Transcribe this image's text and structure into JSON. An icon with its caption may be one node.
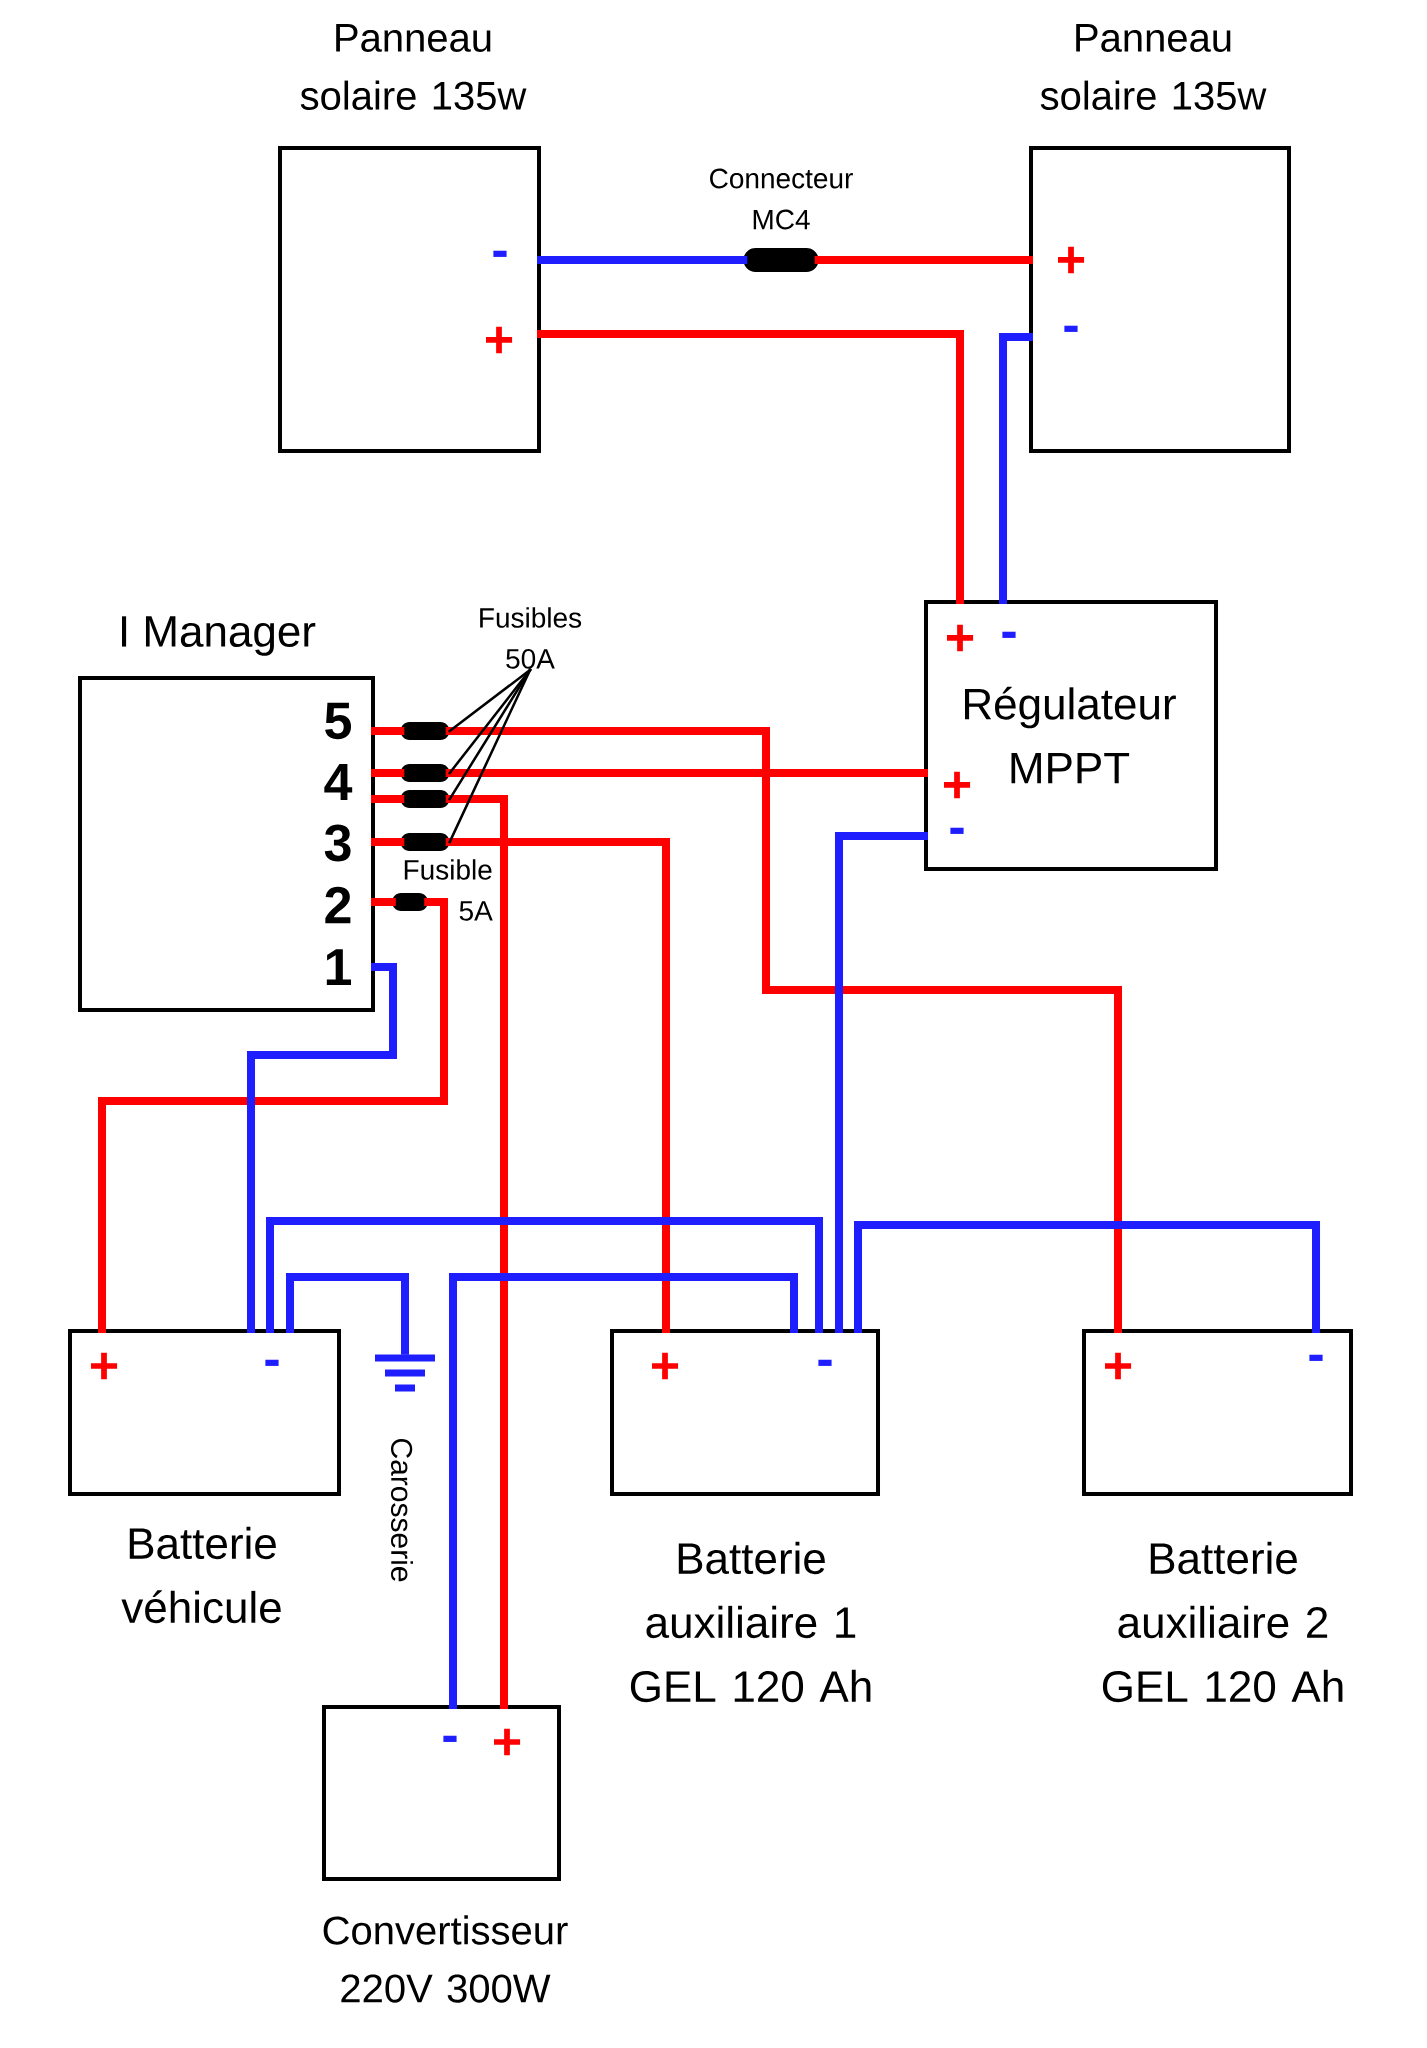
{
  "diagram": {
    "nodes": [
      {
        "text": [
          "Panneau solaire 135w",
          "-",
          "+"
        ]
      },
      {
        "text": [
          "Panneau solaire 135w",
          "+",
          "-"
        ]
      },
      {
        "text": [
          "Connecteur MC4"
        ]
      },
      {
        "text": [
          "I Manager",
          "5",
          "4",
          "3",
          "2",
          "1"
        ]
      },
      {
        "text": [
          "+",
          "-",
          "Régulateur MPPT",
          "+",
          "-"
        ]
      },
      {
        "text": [
          "Fusibles 50A"
        ]
      },
      {
        "text": [],
        "shape": "bar"
      },
      {
        "text": [],
        "shape": "bar"
      },
      {
        "text": [],
        "shape": "bar"
      },
      {
        "text": [],
        "shape": "bar"
      },
      {
        "text": [
          "Fusible 5A"
        ]
      },
      {
        "text": [
          "Carosserie"
        ]
      },
      {
        "text": [
          "+",
          "-",
          "Batterie véhicule"
        ]
      },
      {
        "text": [
          "+",
          "-",
          "Batterie auxiliaire 1 GEL 120 Ah"
        ]
      },
      {
        "text": [
          "+",
          "-",
          "Batterie auxiliaire 2 GEL 120 Ah"
        ]
      },
      {
        "text": [
          "-",
          "+",
          "Convertisseur 220V 300W"
        ]
      }
    ],
    "edges": [
      {
        "from": 0,
        "to": 2,
        "arrow": "none",
        "color": "#1e1eff"
      },
      {
        "from": 2,
        "to": 1,
        "arrow": "none"
      },
      {
        "from": 0,
        "to": 4,
        "arrow": "none"
      },
      {
        "from": 1,
        "to": 4,
        "arrow": "none",
        "color": "#1e1eff"
      },
      {
        "from": 3,
        "to": 6,
        "arrow": "none"
      },
      {
        "from": 6,
        "to": 14,
        "arrow": "none"
      },
      {
        "from": 3,
        "to": 7,
        "arrow": "none"
      },
      {
        "from": 7,
        "to": 4,
        "arrow": "none"
      },
      {
        "from": 3,
        "to": 8,
        "arrow": "none"
      },
      {
        "from": 8,
        "to": 15,
        "arrow": "none"
      },
      {
        "from": 3,
        "to": 9,
        "arrow": "none"
      },
      {
        "from": 9,
        "to": 13,
        "arrow": "none"
      },
      {
        "from": 3,
        "to": 10,
        "arrow": "none"
      },
      {
        "from": 10,
        "to": 12,
        "arrow": "none"
      },
      {
        "from": 3,
        "to": 12,
        "arrow": "none",
        "color": "#1e1eff"
      },
      {
        "from": 4,
        "to": 13,
        "arrow": "none",
        "color": "#1e1eff"
      },
      {
        "from": 12,
        "to": 13,
        "arrow": "none",
        "color": "#1e1eff"
      },
      {
        "from": 12,
        "to": 11,
        "arrow": "none",
        "color": "#1e1eff"
      },
      {
        "from": 15,
        "to": 13,
        "arrow": "none",
        "color": "#1e1eff"
      },
      {
        "from": 13,
        "to": 14,
        "arrow": "none",
        "color": "#1e1eff"
      },
      {
        "from": 5,
        "to": 6,
        "arrow": "none",
        "color": "#000000"
      },
      {
        "from": 5,
        "to": 7,
        "arrow": "none",
        "color": "#000000"
      },
      {
        "from": 5,
        "to": 8,
        "arrow": "none",
        "color": "#000000"
      },
      {
        "from": 5,
        "to": 9,
        "arrow": "none",
        "color": "#000000"
      }
    ]
  }
}
